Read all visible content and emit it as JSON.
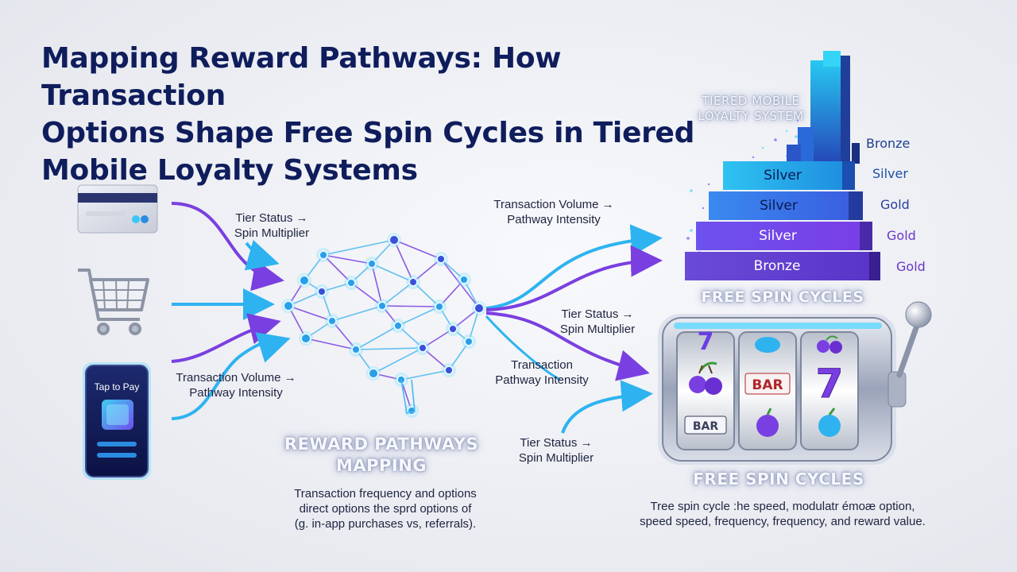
{
  "title": {
    "line1": "Mapping Reward Pathways: How Transaction",
    "line2": "Options Shape Free Spin Cycles in Tiered",
    "line3": "Mobile Loyalty Systems"
  },
  "inputs": {
    "phone_title": "Tap to Pay"
  },
  "left_labels": {
    "tier_status": {
      "line1": "Tier Status →",
      "line2": "Spin Multiplier"
    },
    "transaction_volume": {
      "line1": "Transaction Volume →",
      "line2": "Pathway Intensity"
    }
  },
  "center": {
    "heading_line1": "REWARD PATHWAYS",
    "heading_line2": "MAPPING",
    "caption_line1": "Transaction frequency and options",
    "caption_line2": "direct options the sprd options of",
    "caption_line3": "(g. in-app purchases vs, referrals)."
  },
  "right_labels": {
    "transaction_volume": {
      "line1": "Transaction Volume →",
      "line2": "Pathway Intensity"
    },
    "tier_status_1": {
      "line1": "Tier Status →",
      "line2": "Spin Multiplier"
    },
    "transaction_pathway": {
      "line1": "Transaction",
      "line2": "Pathway Intensity"
    },
    "tier_status_2": {
      "line1": "Tier Status →",
      "line2": "Spin Multiplier"
    }
  },
  "tiers": {
    "heading_line1": "TIERED MOBILE",
    "heading_line2": "LOYALTY SYSTEM",
    "steps": [
      "Silver",
      "Silver",
      "Silver",
      "Bronze"
    ],
    "side_labels": [
      "Bronze",
      "Silver",
      "Gold",
      "Gold",
      "Gold"
    ],
    "side_colors": [
      "#1f3f8f",
      "#1f4fa8",
      "#2b3f9e",
      "#6a36c8",
      "#6a36c8"
    ],
    "footer": "FREE SPIN CYCLES"
  },
  "slot": {
    "symbols": {
      "reel1": [
        "7",
        "cherry",
        "BAR"
      ],
      "reel2": [
        "plum",
        "BAR",
        "plum"
      ],
      "reel3": [
        "cherry",
        "7",
        "plum"
      ]
    },
    "bar_text": "BAR",
    "seven_text": "7",
    "heading": "FREE SPIN CYCLES",
    "caption_line1": "Tree spin cycle :he speed, modulatr émoæ option,",
    "caption_line2": "speed speed, frequency, frequency, and reward value."
  },
  "colors": {
    "purple": "#7a3fe0",
    "blue": "#2eb3f0",
    "navy": "#0f1d5c"
  }
}
